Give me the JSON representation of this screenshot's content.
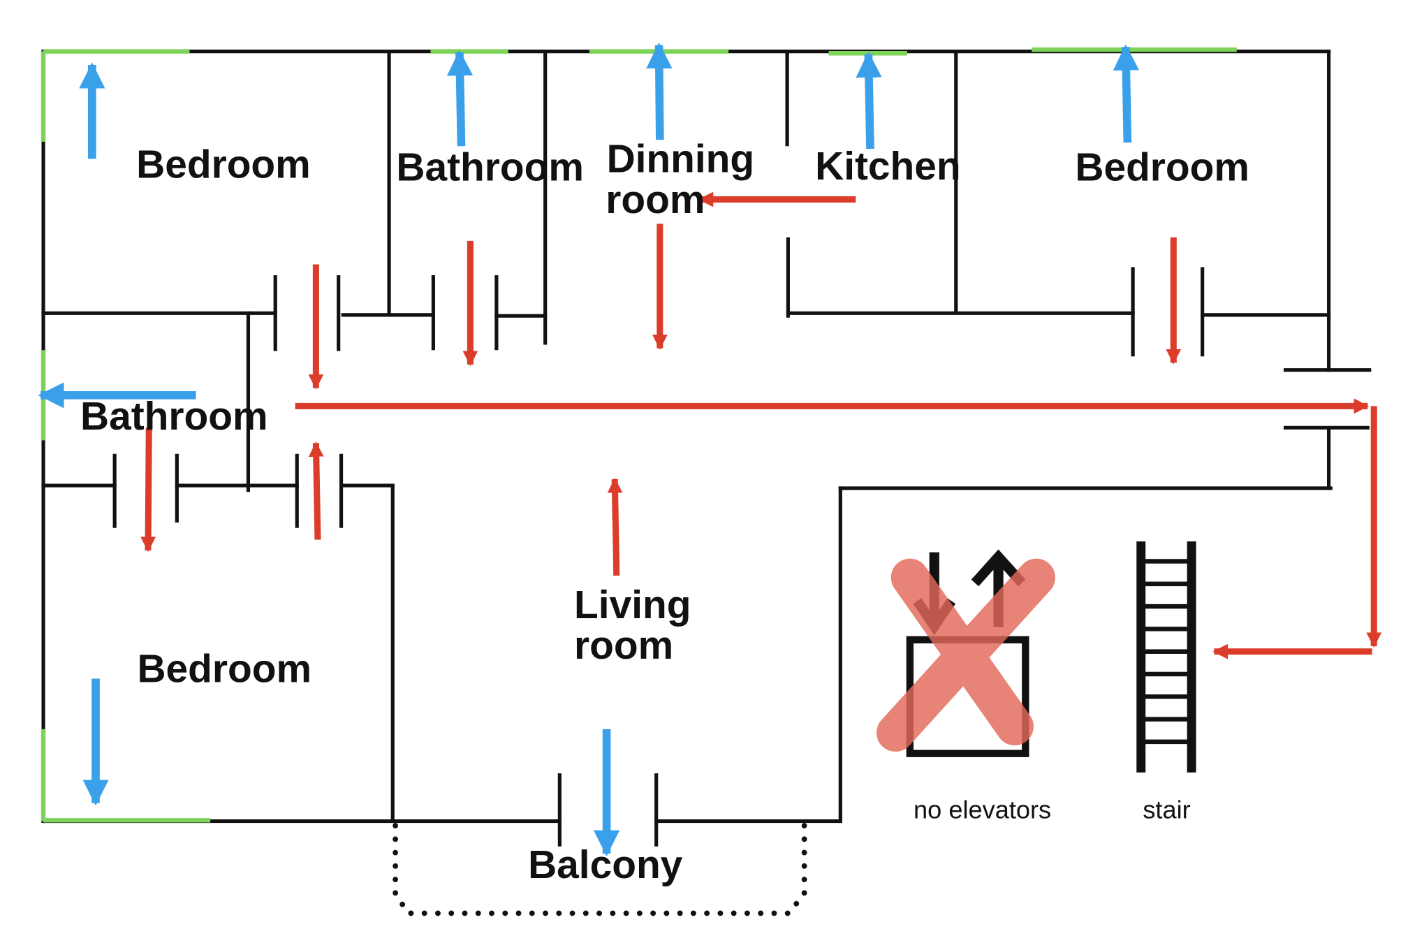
{
  "rooms": {
    "bedroom_top_left": "Bedroom",
    "bathroom_top": "Bathroom",
    "dining_line1": "Dinning",
    "dining_line2": "room",
    "kitchen": "Kitchen",
    "bedroom_top_right": "Bedroom",
    "bathroom_left": "Bathroom",
    "bedroom_bottom_left": "Bedroom",
    "living_line1": "Living",
    "living_line2": "room",
    "balcony": "Balcony"
  },
  "legend": {
    "no_elevators": "no elevators",
    "stair": "stair"
  },
  "colors": {
    "wall": "#111111",
    "window": "#7ed35a",
    "window_escape_arrow": "#3aa0ea",
    "evacuation_route": "#dc3c2a",
    "elevator_cross": "#e2695a"
  },
  "icons": {
    "elevator": "elevator-icon",
    "stair": "stair-icon",
    "cross": "cross-out-icon"
  }
}
